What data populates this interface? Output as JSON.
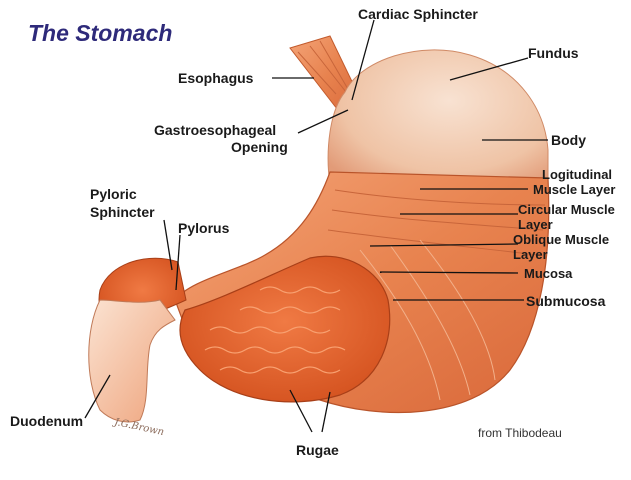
{
  "title": "The Stomach",
  "labels": {
    "cardiac_sphincter": "Cardiac Sphincter",
    "fundus": "Fundus",
    "esophagus": "Esophagus",
    "gastroesophageal_1": "Gastroesophageal",
    "gastroesophageal_2": "Opening",
    "body": "Body",
    "longitudinal_1": "Logitudinal",
    "longitudinal_2": "Muscle Layer",
    "circular_1": "Circular Muscle",
    "circular_2": "Layer",
    "oblique_1": "Oblique Muscle",
    "oblique_2": "Layer",
    "mucosa": "Mucosa",
    "submucosa": "Submucosa",
    "pyloric_1": "Pyloric",
    "pyloric_2": "Sphincter",
    "pylorus": "Pylorus",
    "duodenum": "Duodenum",
    "rugae": "Rugae"
  },
  "credit": "from Thibodeau",
  "signature": "J.G.Brown",
  "colors": {
    "title": "#2e2a7a",
    "fundus": "#f0c4a8",
    "muscle": "#e8834f",
    "mucosa": "#e05a2a",
    "leader": "#111111"
  }
}
